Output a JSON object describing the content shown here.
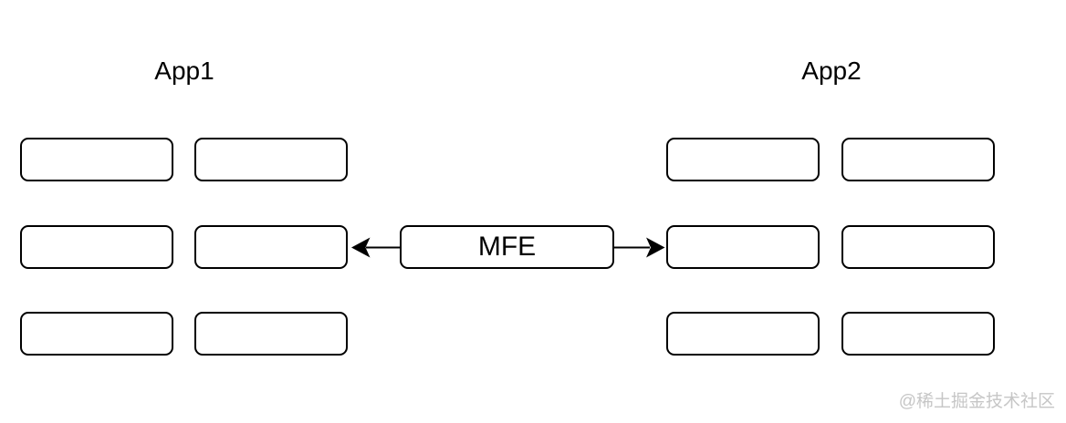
{
  "diagram": {
    "app1": {
      "title": "App1",
      "module_count": 6
    },
    "app2": {
      "title": "App2",
      "module_count": 6
    },
    "mfe": {
      "label": "MFE"
    },
    "connections": [
      {
        "from": "mfe-box",
        "to": "app1-middle-module",
        "direction": "left"
      },
      {
        "from": "mfe-box",
        "to": "app2-middle-module",
        "direction": "right"
      }
    ],
    "colors": {
      "stroke": "#000000",
      "background": "#ffffff",
      "watermark_text": "#c6c6c6"
    }
  },
  "watermark": {
    "text": "@稀土掘金技术社区"
  }
}
